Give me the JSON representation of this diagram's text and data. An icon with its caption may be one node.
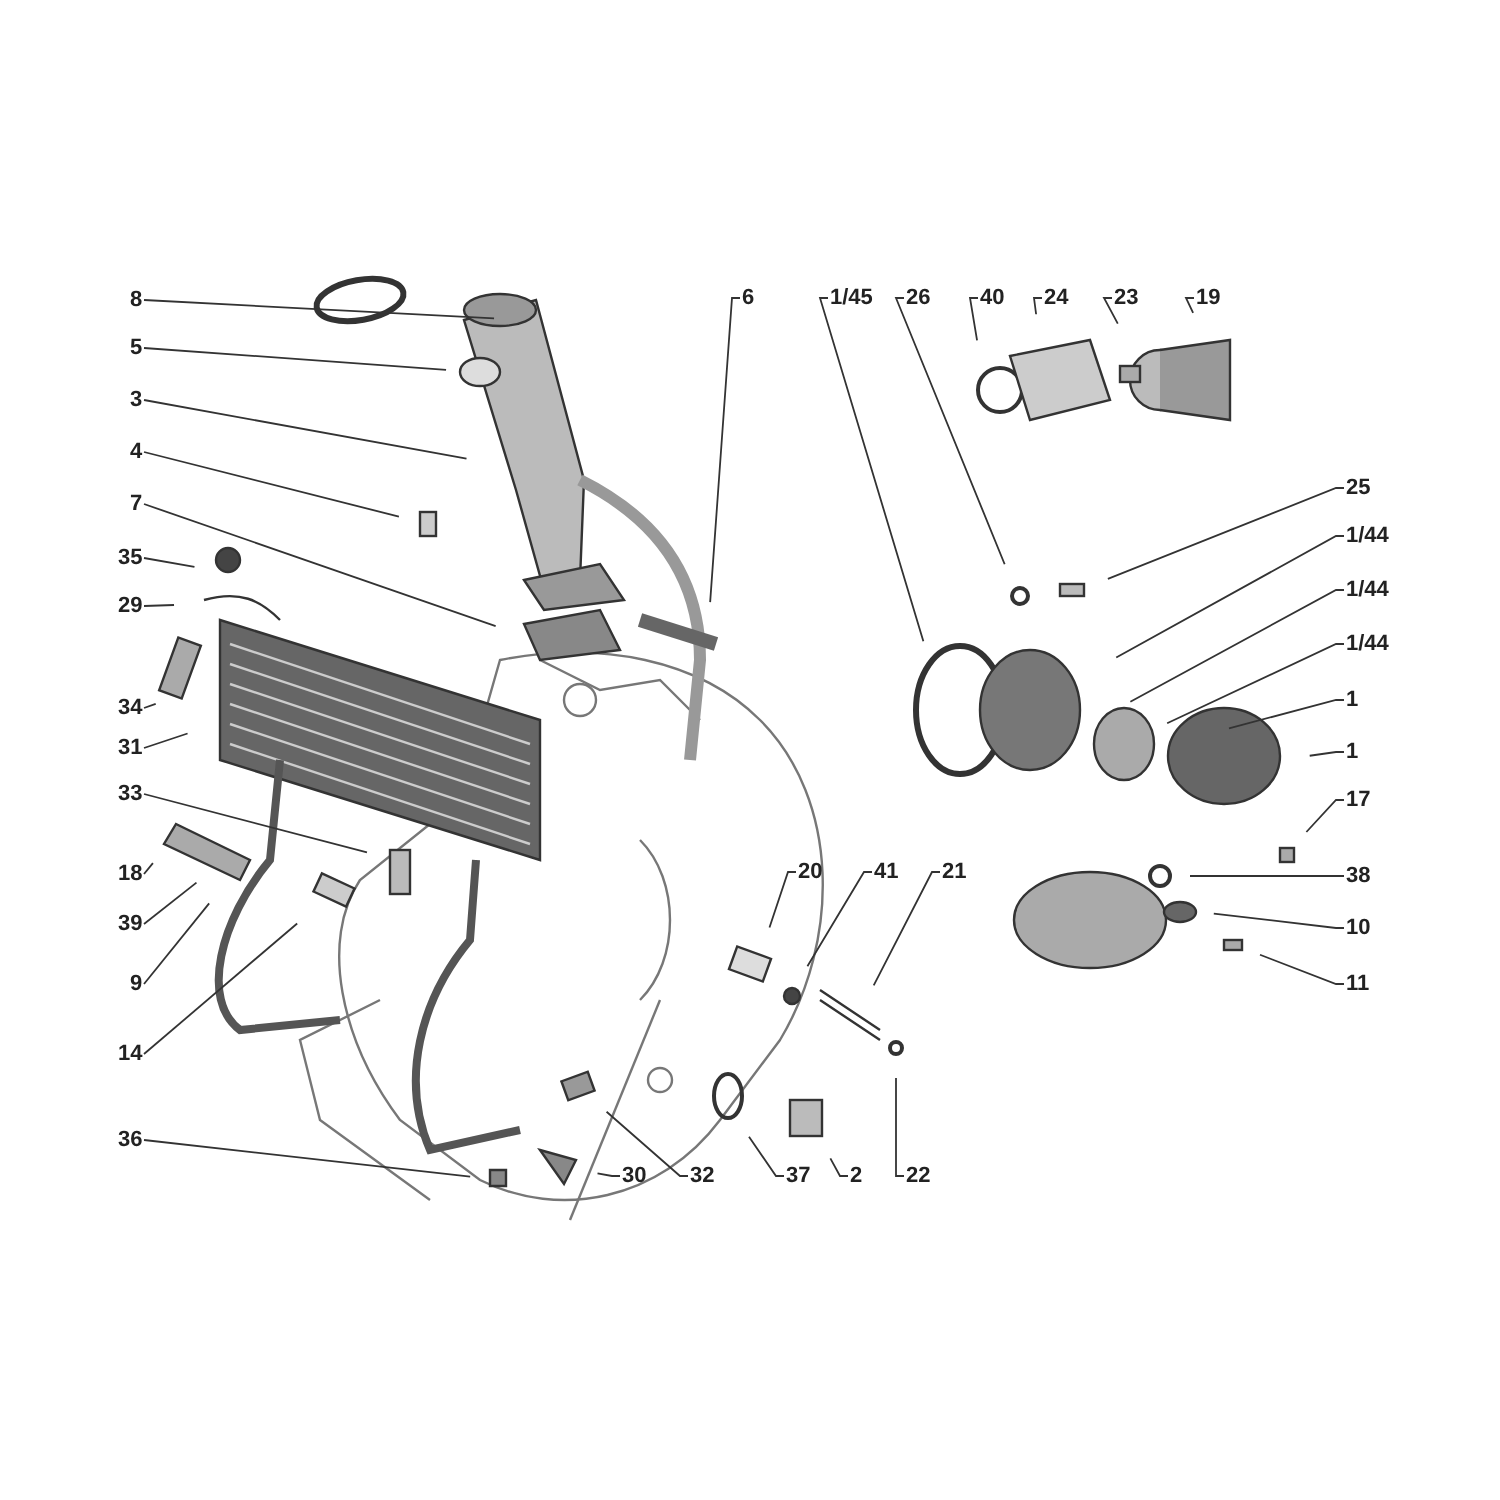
{
  "diagram": {
    "nodes": [
      {
        "text": [
          "8"
        ]
      },
      {
        "text": [
          "5"
        ]
      },
      {
        "text": [
          "3"
        ]
      },
      {
        "text": [
          "4"
        ]
      },
      {
        "text": [
          "7"
        ]
      },
      {
        "text": [
          "35"
        ]
      },
      {
        "text": [
          "29"
        ]
      },
      {
        "text": [
          "34"
        ]
      },
      {
        "text": [
          "31"
        ]
      },
      {
        "text": [
          "33"
        ]
      },
      {
        "text": [
          "18"
        ]
      },
      {
        "text": [
          "39"
        ]
      },
      {
        "text": [
          "9"
        ]
      },
      {
        "text": [
          "14"
        ]
      },
      {
        "text": [
          "36"
        ]
      },
      {
        "text": [
          "6"
        ]
      },
      {
        "text": [
          "1/45"
        ]
      },
      {
        "text": [
          "26"
        ]
      },
      {
        "text": [
          "40"
        ]
      },
      {
        "text": [
          "24"
        ]
      },
      {
        "text": [
          "23"
        ]
      },
      {
        "text": [
          "19"
        ]
      },
      {
        "text": [
          "25"
        ]
      },
      {
        "text": [
          "1/44"
        ]
      },
      {
        "text": [
          "1/44"
        ]
      },
      {
        "text": [
          "1/44"
        ]
      },
      {
        "text": [
          "1"
        ]
      },
      {
        "text": [
          "1"
        ]
      },
      {
        "text": [
          "17"
        ]
      },
      {
        "text": [
          "38"
        ]
      },
      {
        "text": [
          "10"
        ]
      },
      {
        "text": [
          "11"
        ]
      },
      {
        "text": [
          "20"
        ]
      },
      {
        "text": [
          "41"
        ]
      },
      {
        "text": [
          "21"
        ]
      },
      {
        "text": [
          "30"
        ]
      },
      {
        "text": [
          "32"
        ]
      },
      {
        "text": [
          "37"
        ]
      },
      {
        "text": [
          "2"
        ]
      },
      {
        "text": [
          "22"
        ]
      }
    ],
    "edges": [
      {
        "from": 0,
        "to": null,
        "arrow": "none"
      },
      {
        "from": 1,
        "to": null,
        "arrow": "none"
      },
      {
        "from": 2,
        "to": null,
        "arrow": "none"
      },
      {
        "from": 3,
        "to": null,
        "arrow": "none"
      },
      {
        "from": 4,
        "to": null,
        "arrow": "none"
      },
      {
        "from": 5,
        "to": null,
        "arrow": "none"
      },
      {
        "from": 6,
        "to": null,
        "arrow": "none"
      },
      {
        "from": 7,
        "to": null,
        "arrow": "none"
      },
      {
        "from": 8,
        "to": null,
        "arrow": "none"
      },
      {
        "from": 9,
        "to": null,
        "arrow": "none"
      },
      {
        "from": 10,
        "to": null,
        "arrow": "none"
      },
      {
        "from": 11,
        "to": null,
        "arrow": "none"
      },
      {
        "from": 12,
        "to": null,
        "arrow": "none"
      },
      {
        "from": 13,
        "to": null,
        "arrow": "none"
      },
      {
        "from": 14,
        "to": null,
        "arrow": "none"
      },
      {
        "from": 15,
        "to": null,
        "arrow": "none"
      },
      {
        "from": 16,
        "to": null,
        "arrow": "none"
      },
      {
        "from": 17,
        "to": null,
        "arrow": "none"
      },
      {
        "from": 18,
        "to": null,
        "arrow": "none"
      },
      {
        "from": 19,
        "to": null,
        "arrow": "none"
      },
      {
        "from": 20,
        "to": null,
        "arrow": "none"
      },
      {
        "from": 21,
        "to": null,
        "arrow": "none"
      },
      {
        "from": 22,
        "to": null,
        "arrow": "none"
      },
      {
        "from": 23,
        "to": null,
        "arrow": "none"
      },
      {
        "from": 24,
        "to": null,
        "arrow": "none"
      },
      {
        "from": 25,
        "to": null,
        "arrow": "none"
      },
      {
        "from": 26,
        "to": null,
        "arrow": "none"
      },
      {
        "from": 27,
        "to": null,
        "arrow": "none"
      },
      {
        "from": 28,
        "to": null,
        "arrow": "none"
      },
      {
        "from": 29,
        "to": null,
        "arrow": "none"
      },
      {
        "from": 30,
        "to": null,
        "arrow": "none"
      },
      {
        "from": 31,
        "to": null,
        "arrow": "none"
      },
      {
        "from": 32,
        "to": null,
        "arrow": "none"
      },
      {
        "from": 33,
        "to": null,
        "arrow": "none"
      },
      {
        "from": 34,
        "to": null,
        "arrow": "none"
      },
      {
        "from": 35,
        "to": null,
        "arrow": "none"
      },
      {
        "from": 36,
        "to": null,
        "arrow": "none"
      },
      {
        "from": 37,
        "to": null,
        "arrow": "none"
      },
      {
        "from": 38,
        "to": null,
        "arrow": "none"
      },
      {
        "from": 39,
        "to": null,
        "arrow": "none"
      }
    ]
  }
}
